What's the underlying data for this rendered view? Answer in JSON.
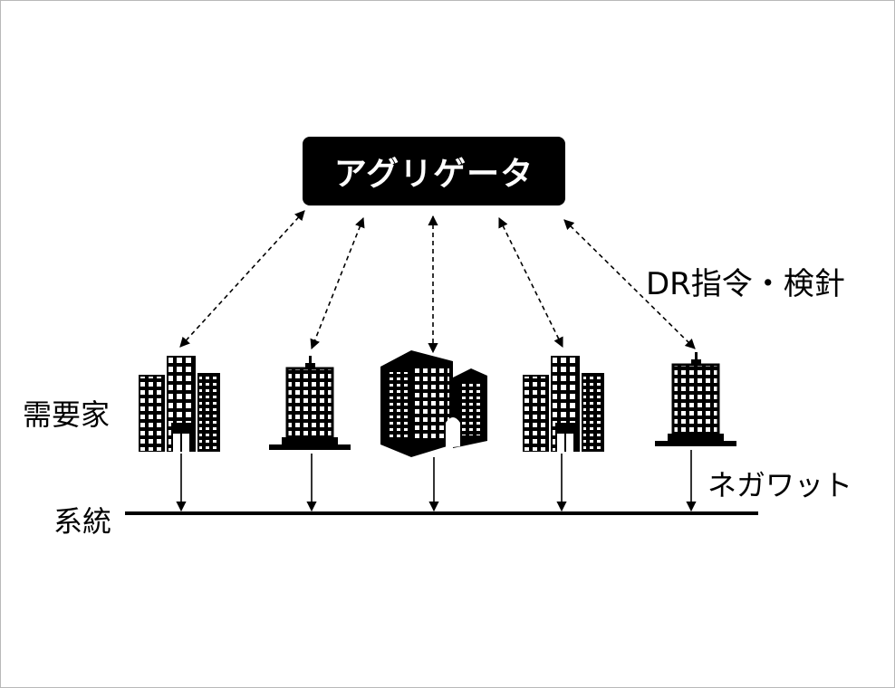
{
  "aggregator": {
    "label": "アグリゲータ"
  },
  "labels": {
    "dr_command": "DR指令・検針",
    "consumers": "需要家",
    "negawatt": "ネガワット",
    "grid": "系統"
  },
  "icons": {
    "building_types": [
      "office-cluster-icon",
      "office-tower-icon",
      "office-complex-icon",
      "office-cluster-icon",
      "office-tower-icon"
    ]
  },
  "colors": {
    "box": "#000000",
    "box_text": "#ffffff",
    "lines": "#000000"
  }
}
